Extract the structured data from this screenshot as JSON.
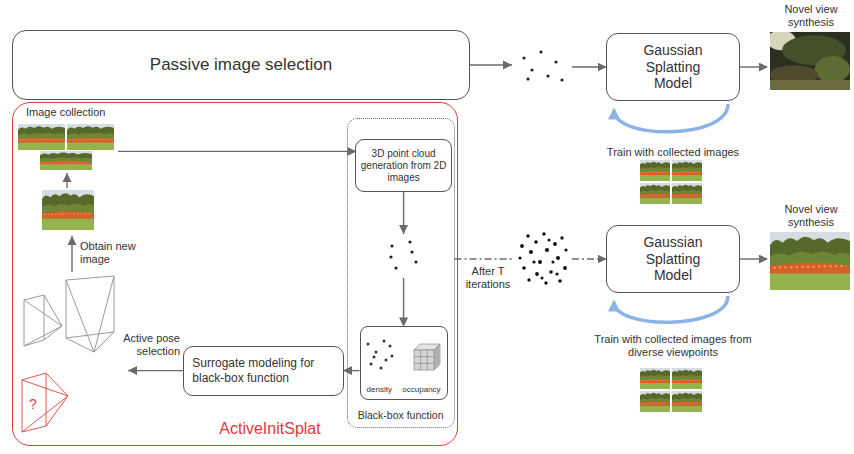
{
  "diagram": {
    "nodes": [
      {
        "text": [
          "Passive image selection"
        ]
      },
      {
        "text": [
          "Gaussian Splatting Model"
        ]
      },
      {
        "text": [
          "ActiveInitSplat"
        ]
      },
      {
        "text": [
          "Black-box function"
        ],
        "in": 2
      },
      {
        "text": [
          "3D point cloud generation from 2D images"
        ],
        "in": 3
      },
      {
        "text": [
          "density",
          "occupancy"
        ],
        "in": 3
      },
      {
        "text": [
          "Surrogate modeling for black-box function"
        ],
        "in": 2
      },
      {
        "text": [
          "Gaussian Splatting Model"
        ]
      }
    ],
    "edges": [
      {
        "from": 0,
        "to": 1,
        "arrow": "to"
      },
      {
        "from": 4,
        "to": 5,
        "arrow": "to"
      },
      {
        "from": 5,
        "to": 6,
        "arrow": "to"
      },
      {
        "from": 6,
        "to": 4,
        "arrow": "to"
      },
      {
        "from": 3,
        "to": 7,
        "label": "After T iterations",
        "arrow": "to"
      }
    ],
    "labels": [
      "Novel view synthesis",
      "Train with collected images",
      "Image collection",
      "Obtain new image",
      "Active pose selection",
      "?",
      "Novel view synthesis",
      "Train with collected images from diverse viewpoints"
    ]
  }
}
